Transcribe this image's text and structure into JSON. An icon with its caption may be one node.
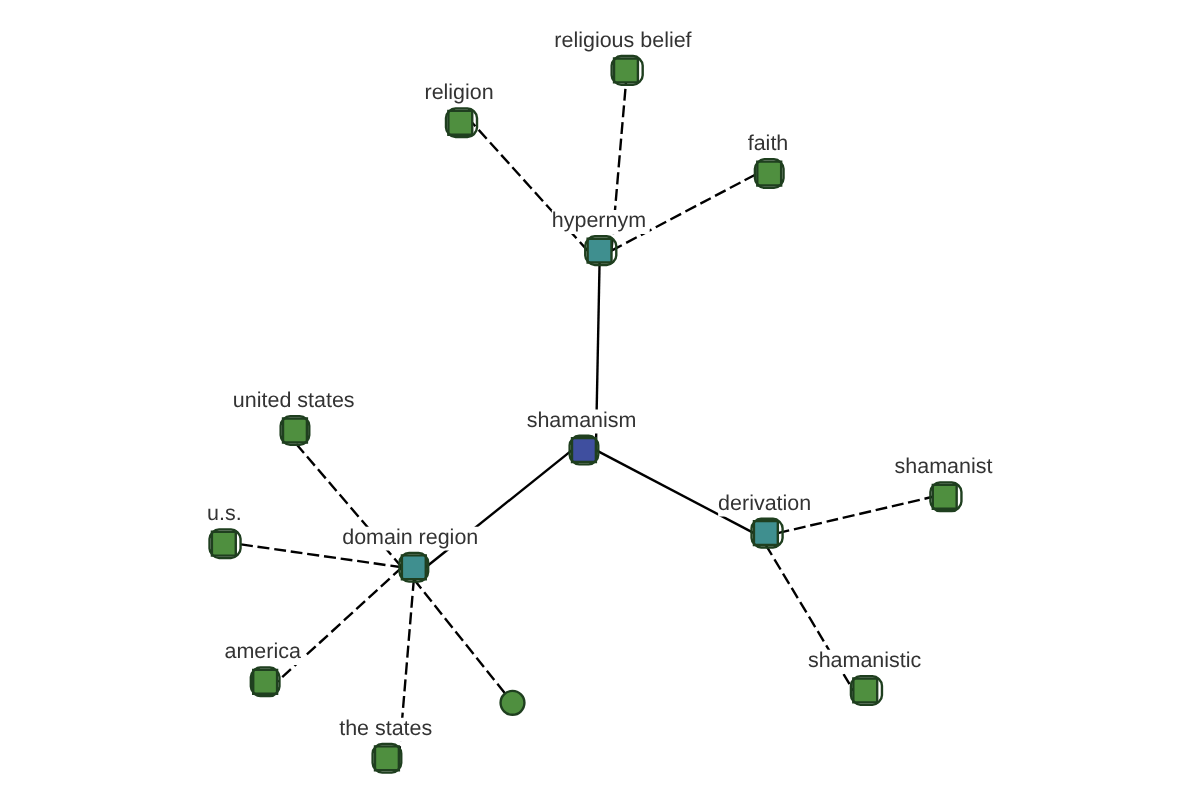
{
  "diagram": {
    "nodes": [
      {
        "text": [
          "shamanism"
        ]
      },
      {
        "text": [
          "domain region"
        ]
      },
      {
        "text": [
          "derivation"
        ]
      },
      {
        "text": [
          "hypernym"
        ]
      },
      {
        "text": [],
        "shape": "circle"
      },
      {
        "text": [
          "united states"
        ]
      },
      {
        "text": [
          "u.s."
        ]
      },
      {
        "text": [
          "the states"
        ]
      },
      {
        "text": [
          "america"
        ]
      },
      {
        "text": [
          "shamanist"
        ]
      },
      {
        "text": [
          "shamanistic"
        ]
      },
      {
        "text": [
          "religion"
        ]
      },
      {
        "text": [
          "faith"
        ]
      },
      {
        "text": [
          "religious belief"
        ]
      }
    ],
    "edges": [
      {
        "from": 0,
        "to": 1,
        "arrow": "none"
      },
      {
        "from": 0,
        "to": 2,
        "arrow": "none"
      },
      {
        "from": 0,
        "to": 3,
        "arrow": "none"
      },
      {
        "from": 1,
        "to": 4,
        "arrow": "none",
        "style": "dashed"
      },
      {
        "from": 1,
        "to": 5,
        "arrow": "none",
        "style": "dashed"
      },
      {
        "from": 1,
        "to": 6,
        "arrow": "none",
        "style": "dashed"
      },
      {
        "from": 1,
        "to": 7,
        "arrow": "none",
        "style": "dashed"
      },
      {
        "from": 1,
        "to": 8,
        "arrow": "none",
        "style": "dashed"
      },
      {
        "from": 2,
        "to": 9,
        "arrow": "none",
        "style": "dashed"
      },
      {
        "from": 2,
        "to": 10,
        "arrow": "none",
        "style": "dashed"
      },
      {
        "from": 3,
        "to": 11,
        "arrow": "none",
        "style": "dashed"
      },
      {
        "from": 3,
        "to": 12,
        "arrow": "none",
        "style": "dashed"
      },
      {
        "from": 3,
        "to": 13,
        "arrow": "none",
        "style": "dashed"
      }
    ]
  }
}
